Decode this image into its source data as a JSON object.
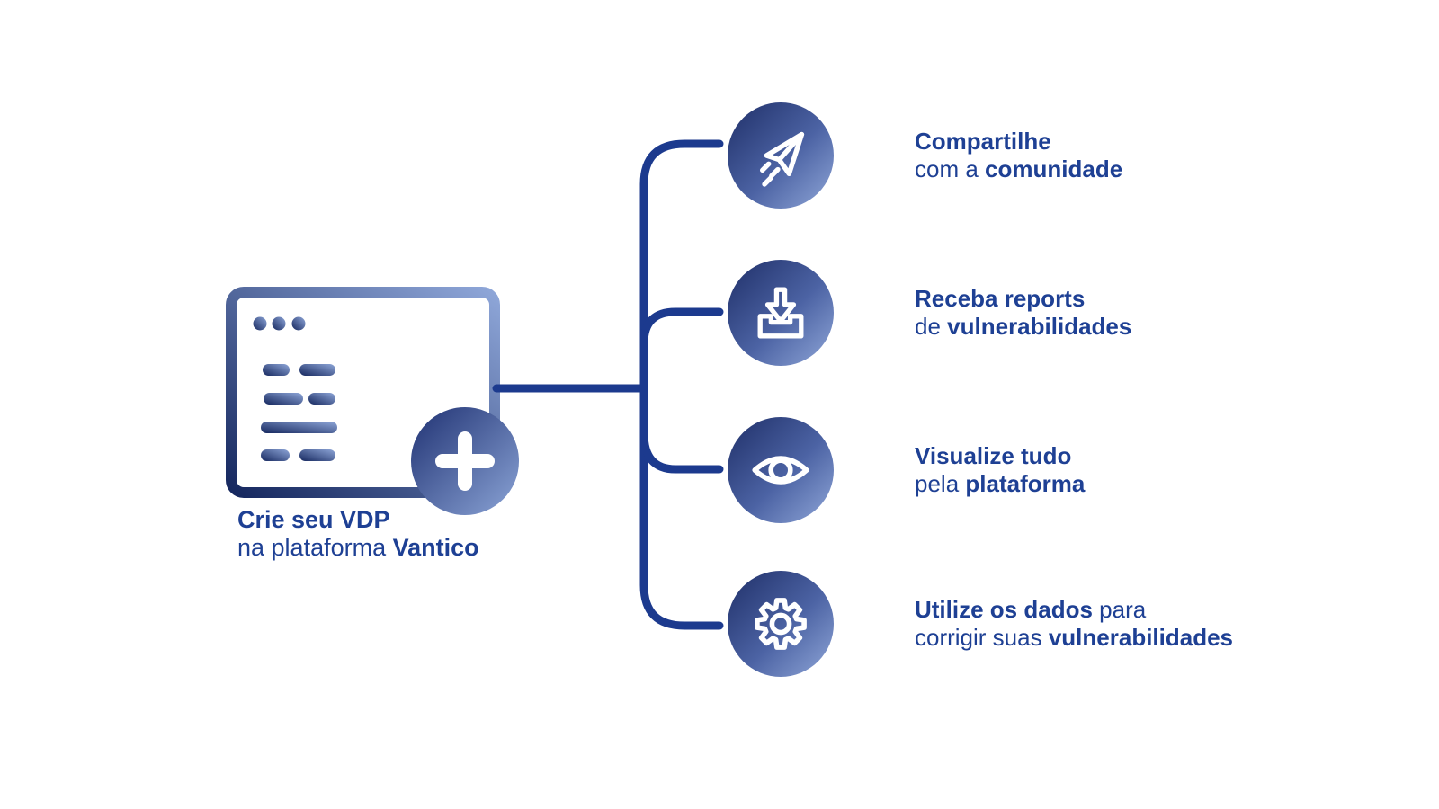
{
  "title": "Crie seu VDP na plataforma Vantico - fluxo",
  "colors": {
    "background": "#ffffff",
    "text_blue": "#1e4094",
    "line_blue": "#1c3a8e",
    "circle_gradient_dark": "#1f2f68",
    "circle_gradient_light": "#90a7d8",
    "window_gradient_light": "#8ea6d8",
    "window_gradient_dark": "#16285f",
    "icon_stroke": "#ffffff"
  },
  "source": {
    "icon": "browser-window-plus-icon",
    "caption_lines": [
      [
        {
          "t": "Crie seu VDP",
          "b": true
        }
      ],
      [
        {
          "t": "na plataforma ",
          "b": false
        },
        {
          "t": "Vantico",
          "b": true
        }
      ]
    ]
  },
  "items": [
    {
      "icon": "paper-plane-icon",
      "lines": [
        [
          {
            "t": "Compartilhe",
            "b": true
          }
        ],
        [
          {
            "t": "com a ",
            "b": false
          },
          {
            "t": "comunidade",
            "b": true
          }
        ]
      ]
    },
    {
      "icon": "download-tray-icon",
      "lines": [
        [
          {
            "t": "Receba reports",
            "b": true
          }
        ],
        [
          {
            "t": "de ",
            "b": false
          },
          {
            "t": "vulnerabilidades",
            "b": true
          }
        ]
      ]
    },
    {
      "icon": "eye-icon",
      "lines": [
        [
          {
            "t": "Visualize tudo",
            "b": true
          }
        ],
        [
          {
            "t": "pela ",
            "b": false
          },
          {
            "t": "plataforma",
            "b": true
          }
        ]
      ]
    },
    {
      "icon": "gear-icon",
      "lines": [
        [
          {
            "t": "Utilize os dados",
            "b": true
          },
          {
            "t": " para",
            "b": false
          }
        ],
        [
          {
            "t": "corrigir suas ",
            "b": false
          },
          {
            "t": "vulnerabilidades",
            "b": true
          }
        ]
      ]
    }
  ]
}
